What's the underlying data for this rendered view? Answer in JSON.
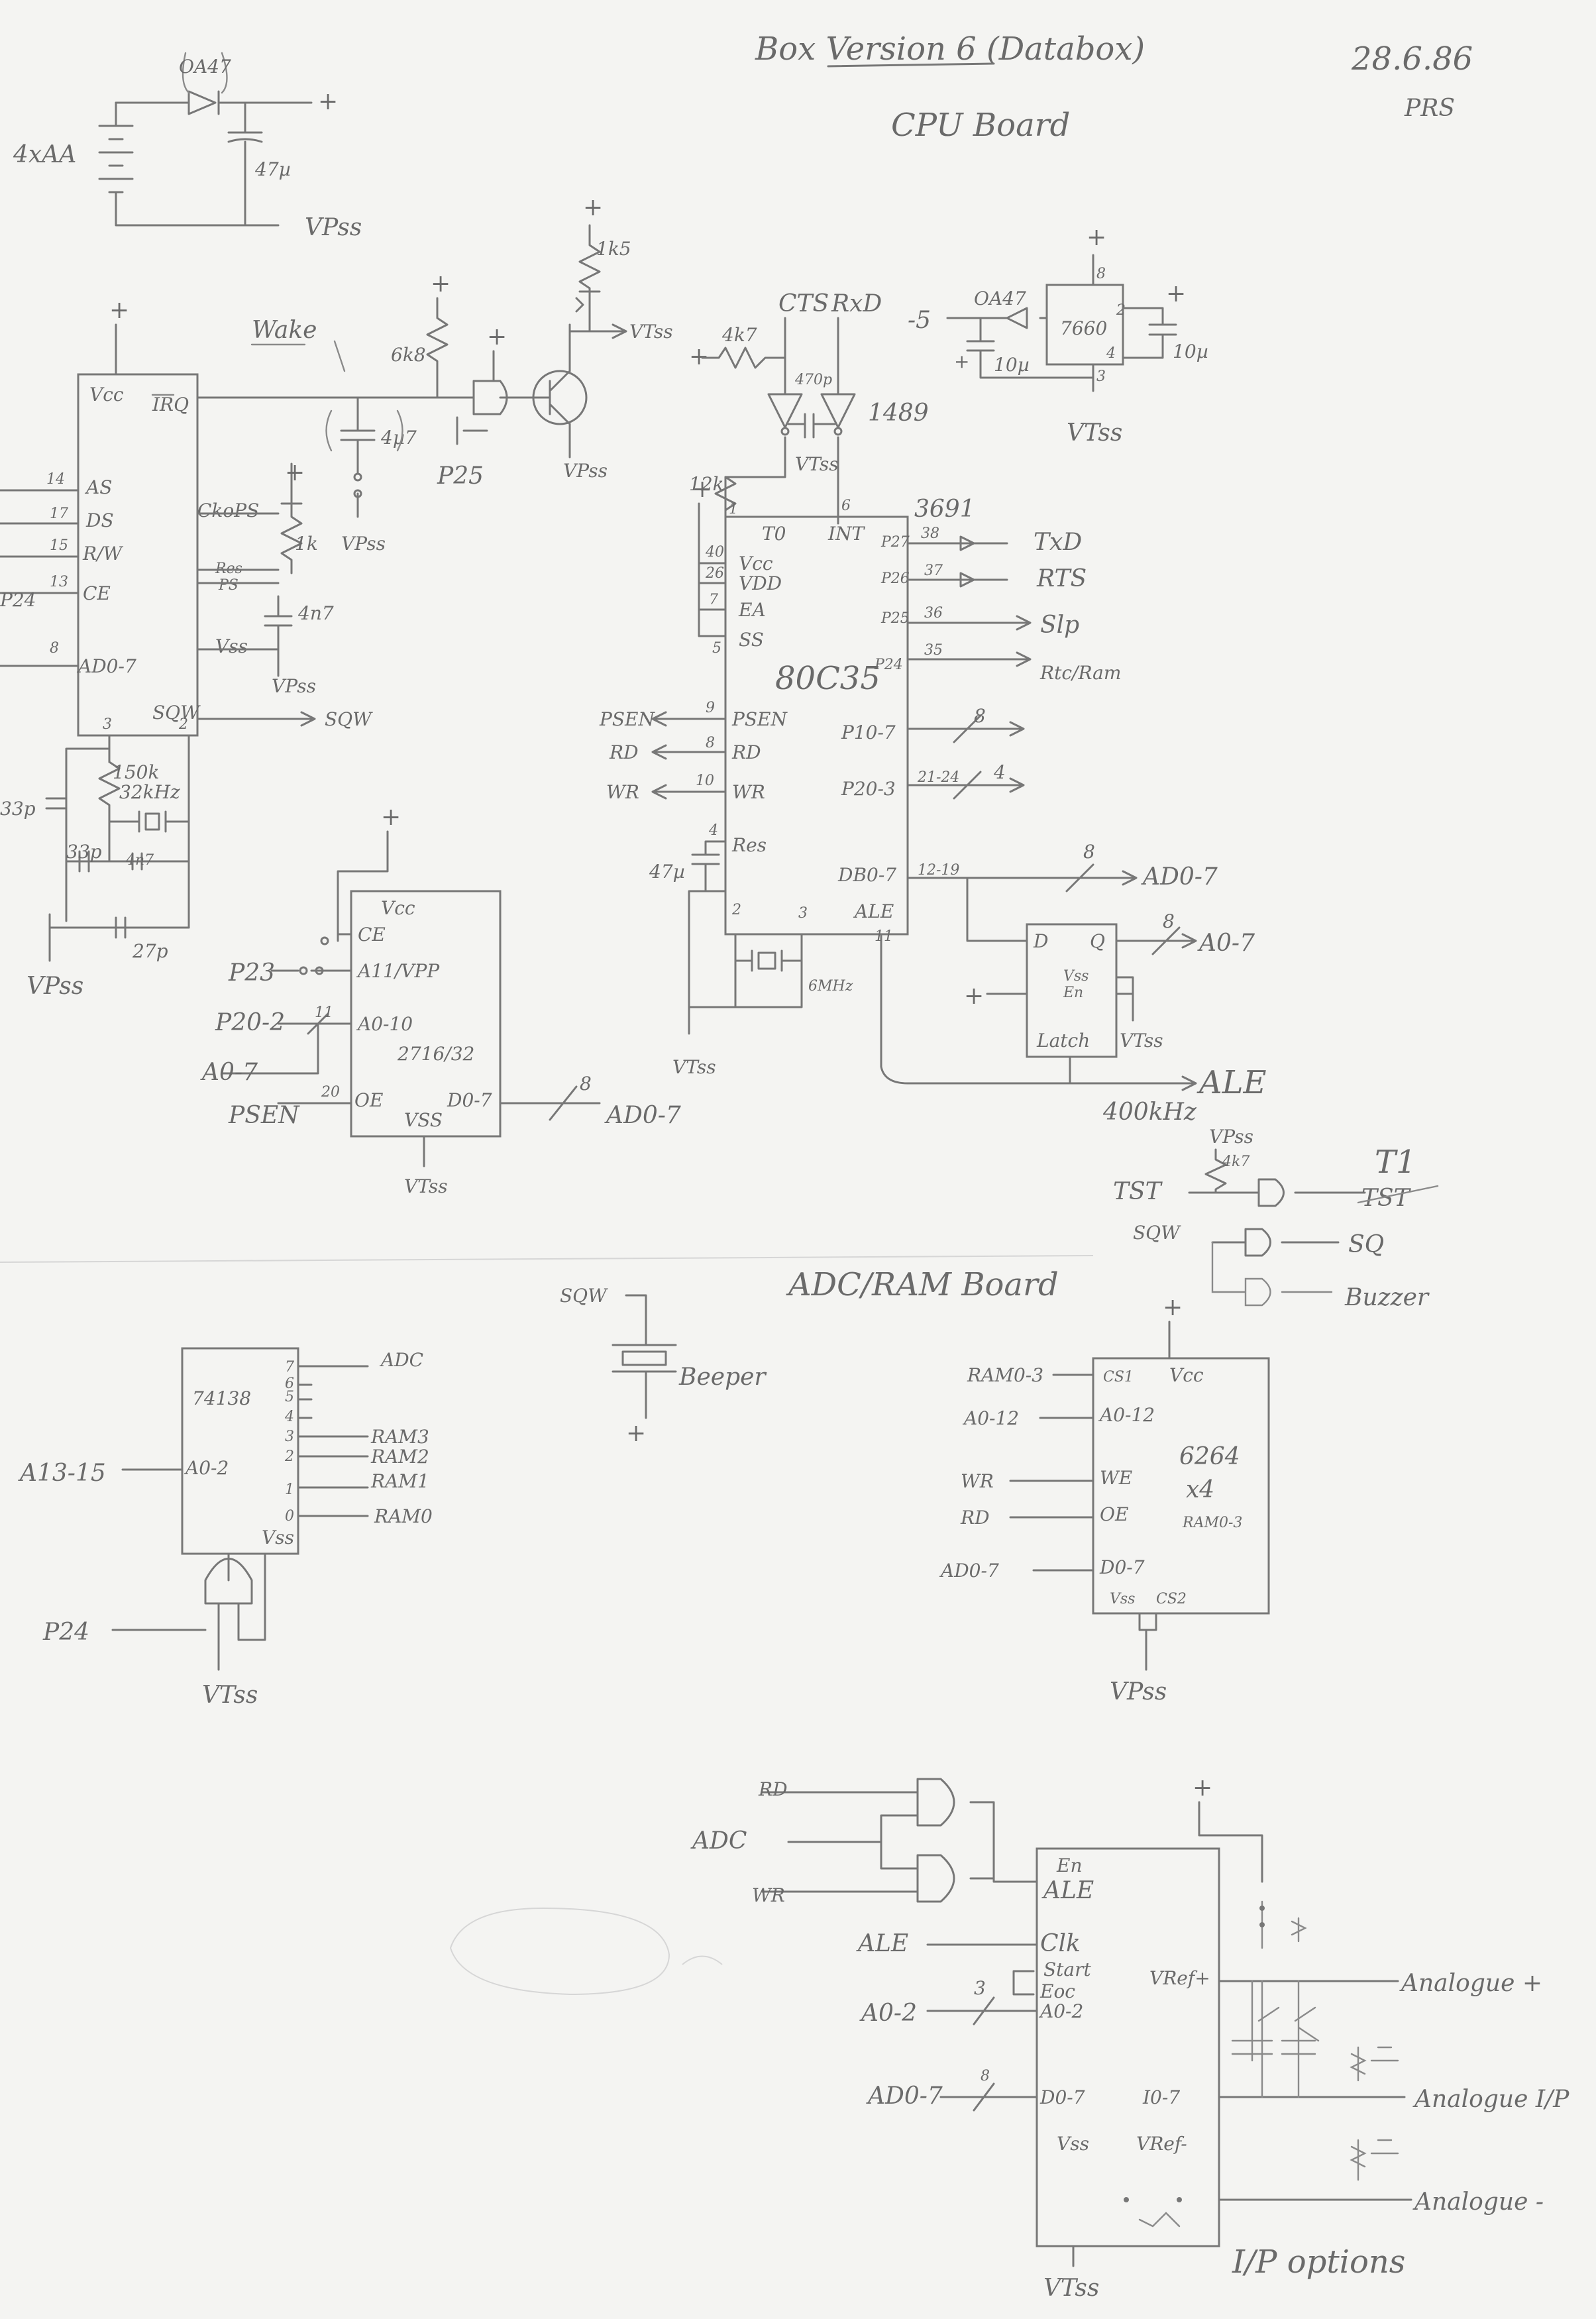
{
  "header": {
    "title": "Box Version 6 (Databox)",
    "date": "28.6.86",
    "initials": "PRS",
    "cpu_board": "CPU Board",
    "adc_board": "ADC/RAM Board"
  },
  "power": {
    "battery": "4xAA",
    "diode": "OA47",
    "cap": "47µ",
    "plus": "+",
    "vpss": "VPss"
  },
  "rtc": {
    "vcc": "Vcc",
    "irq": "IRQ",
    "as": "AS",
    "ds": "DS",
    "rw": "R/W",
    "ce": "CE",
    "ckops": "CkoPS",
    "res": "Res",
    "ps": "PS",
    "vss": "Vss",
    "ad": "AD0-7",
    "sqw": "SQW",
    "pin14": "14",
    "pin17": "17",
    "pin15": "15",
    "pin13": "13",
    "pin8": "8",
    "pin3": "3",
    "pin2": "2",
    "p24": "P24",
    "r1k": "1k",
    "c4n7": "4n7",
    "sqw_out": "SQW",
    "wake": "Wake",
    "c4u7": "4µ7",
    "vpss": "VPss",
    "r150k": "150k",
    "xtal": "32kHz",
    "c33p_a": "33p",
    "c33p_b": "33p",
    "c4n7b": "4n7",
    "c27p": "27p",
    "vpss2": "VPss"
  },
  "switch": {
    "r6k8": "6k8",
    "p25": "P25",
    "r1k5": "1k5",
    "vtss": "VTss",
    "vpss": "VPss"
  },
  "serial": {
    "cts": "CTS",
    "rxd": "RxD",
    "r4k7": "4k7",
    "c470p": "470p",
    "chip": "1489",
    "vtss": "VTss",
    "diode": "OA47",
    "reg": "7660",
    "c10u": "10µ",
    "c10ub": "10µ",
    "neg5": "-5",
    "vtss2": "VTss",
    "p8": "8",
    "p2": "2",
    "p4": "4",
    "p3": "3"
  },
  "cpu": {
    "name": "80C35",
    "part": "3691",
    "t0": "T0",
    "int": "INT",
    "vcc": "Vcc",
    "vdd": "VDD",
    "ea": "EA",
    "ss": "SS",
    "psen": "PSEN",
    "rd": "RD",
    "wr": "WR",
    "res": "Res",
    "p27": "P27",
    "p26": "P26",
    "p25": "P25",
    "p24": "P24",
    "p10": "P10-7",
    "p20": "P20-3",
    "db": "DB0-7",
    "ale": "ALE",
    "txd": "TxD",
    "rts": "RTS",
    "slp": "Slp",
    "rtc_ram": "Rtc/Ram",
    "r12k": "12k",
    "c47u": "47µ",
    "xtal": "6MHz",
    "vtss": "VTss",
    "pin40": "40",
    "pin26": "26",
    "pin7": "7",
    "pin5": "5",
    "pin9": "9",
    "pin8": "8",
    "pin10": "10",
    "pin4": "4",
    "pin38": "38",
    "pin37": "37",
    "pin36": "36",
    "pin35": "35",
    "pin1219": "12-19",
    "pin2124": "21-24",
    "pin11": "11",
    "pin2b": "2",
    "pin3b": "3",
    "pin6": "6",
    "pin1": "1"
  },
  "latch": {
    "d": "D",
    "q": "Q",
    "vss": "Vss",
    "en": "En",
    "name": "Latch",
    "ad": "AD0-7",
    "a0": "A0-7",
    "ale": "ALE",
    "freq": "400kHz",
    "vtss": "VTss",
    "bus8": "8",
    "bus8b": "8",
    "bus8c": "8",
    "bus4": "4",
    "plus": "+"
  },
  "eprom": {
    "vcc": "Vcc",
    "ce": "CE",
    "a11": "A11/VPP",
    "a010": "A0-10",
    "name": "2716/32",
    "oe": "OE",
    "vss": "VSS",
    "d": "D0-7",
    "p23": "P23",
    "p20": "P20-2",
    "a07": "A0-7",
    "psen": "PSEN",
    "ad": "AD0-7",
    "vtss": "VTss",
    "pin20": "20",
    "bus11": "11",
    "bus8": "8"
  },
  "gates": {
    "tst": "TST",
    "vpss": "VPss",
    "r4k7": "4k7",
    "t1": "T1",
    "tst_struck": "TST",
    "sqw": "SQW",
    "sq": "SQ",
    "buzzer": "Buzzer"
  },
  "decoder": {
    "name": "74138",
    "a02": "A0-2",
    "a1315": "A13-15",
    "vss": "Vss",
    "p24": "P24",
    "vtss": "VTss",
    "adc": "ADC",
    "ram3": "RAM3",
    "ram2": "RAM2",
    "ram1": "RAM1",
    "ram0": "RAM0",
    "o7": "7",
    "o6": "6",
    "o5": "5",
    "o4": "4",
    "o3": "3",
    "o2": "2",
    "o1": "1",
    "o0": "0"
  },
  "beeper": {
    "sqw": "SQW",
    "label": "Beeper",
    "plus": "+"
  },
  "ram": {
    "cs1": "CS1",
    "vcc": "Vcc",
    "a012": "A0-12",
    "name": "6264",
    "x4": "x4",
    "we": "WE",
    "oe": "OE",
    "ram03": "RAM0-3",
    "d": "D0-7",
    "vss": "Vss",
    "cs2": "CS2",
    "in_ram": "RAM0-3",
    "in_a": "A0-12",
    "in_wr": "WR",
    "in_rd": "RD",
    "in_ad": "AD0-7",
    "vpss": "VPss",
    "plus": "+"
  },
  "adc": {
    "rd": "RD",
    "adc": "ADC",
    "wr": "WR",
    "ale": "ALE",
    "a02": "A0-2",
    "ad": "AD0-7",
    "en": "En",
    "ale_pin": "ALE",
    "clk": "Clk",
    "start": "Start",
    "eoc": "Eoc",
    "a02_pin": "A0-2",
    "d": "D0-7",
    "vref_p": "VRef+",
    "io": "I0-7",
    "vss": "Vss",
    "vref_m": "VRef-",
    "an_plus": "Analogue +",
    "an_ip": "Analogue I/P",
    "an_minus": "Analogue -",
    "options": "I/P options",
    "vtss": "VTss",
    "bus3": "3",
    "bus8": "8",
    "plus": "+"
  }
}
